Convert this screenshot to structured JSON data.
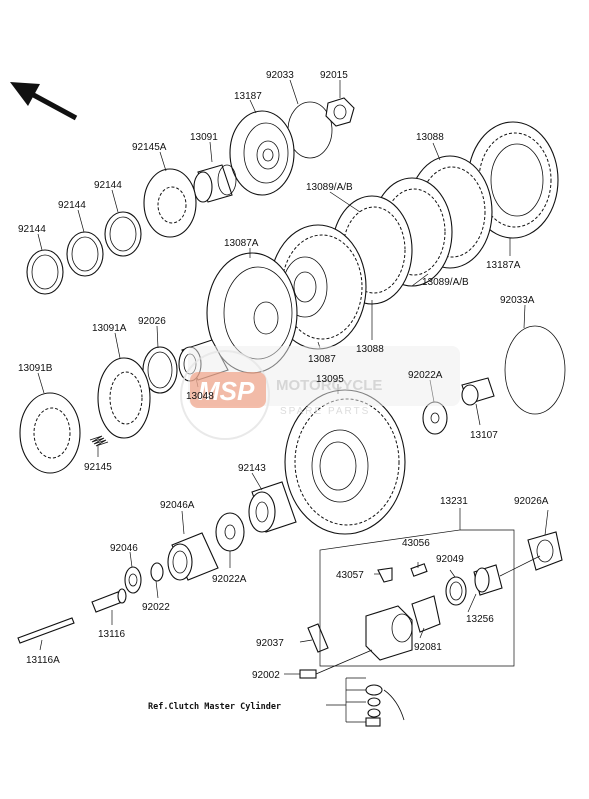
{
  "diagram": {
    "parts": [
      {
        "id": "p92033",
        "number": "92033"
      },
      {
        "id": "p92015",
        "number": "92015"
      },
      {
        "id": "p13187",
        "number": "13187"
      },
      {
        "id": "p13091",
        "number": "13091"
      },
      {
        "id": "p92145A",
        "number": "92145A"
      },
      {
        "id": "p92144a",
        "number": "92144"
      },
      {
        "id": "p92144b",
        "number": "92144"
      },
      {
        "id": "p92144c",
        "number": "92144"
      },
      {
        "id": "p13088a",
        "number": "13088"
      },
      {
        "id": "p13089AB1",
        "number": "13089/A/B"
      },
      {
        "id": "p13087A",
        "number": "13087A"
      },
      {
        "id": "p13187A",
        "number": "13187A"
      },
      {
        "id": "p13089AB2",
        "number": "13089/A/B"
      },
      {
        "id": "p92033A",
        "number": "92033A"
      },
      {
        "id": "p13091A",
        "number": "13091A"
      },
      {
        "id": "p92026",
        "number": "92026"
      },
      {
        "id": "p13087",
        "number": "13087"
      },
      {
        "id": "p13088b",
        "number": "13088"
      },
      {
        "id": "p13091B",
        "number": "13091B"
      },
      {
        "id": "p13095",
        "number": "13095"
      },
      {
        "id": "p92022A1",
        "number": "92022A"
      },
      {
        "id": "p13048",
        "number": "13048"
      },
      {
        "id": "p13107",
        "number": "13107"
      },
      {
        "id": "p92145",
        "number": "92145"
      },
      {
        "id": "p92143",
        "number": "92143"
      },
      {
        "id": "p13231",
        "number": "13231"
      },
      {
        "id": "p92026A",
        "number": "92026A"
      },
      {
        "id": "p92046A",
        "number": "92046A"
      },
      {
        "id": "p43056",
        "number": "43056"
      },
      {
        "id": "p92049",
        "number": "92049"
      },
      {
        "id": "p92046",
        "number": "92046"
      },
      {
        "id": "p43057",
        "number": "43057"
      },
      {
        "id": "p13256",
        "number": "13256"
      },
      {
        "id": "p92022A2",
        "number": "92022A"
      },
      {
        "id": "p92022",
        "number": "92022"
      },
      {
        "id": "p13116",
        "number": "13116"
      },
      {
        "id": "p92037",
        "number": "92037"
      },
      {
        "id": "p92081",
        "number": "92081"
      },
      {
        "id": "p13116A",
        "number": "13116A"
      },
      {
        "id": "p92002",
        "number": "92002"
      }
    ],
    "reference_note": "Ref.Clutch Master Cylinder",
    "watermark": {
      "logo": "MSP",
      "brand": "MOTORCYCLE",
      "tagline": "SPARE PARTS"
    },
    "colors": {
      "line": "#111111",
      "background": "#ffffff",
      "watermark_logo": "#f0a58a",
      "watermark_text": "#cfcfcf"
    },
    "icons": {
      "direction_arrow": "arrow-up-left-icon"
    }
  }
}
